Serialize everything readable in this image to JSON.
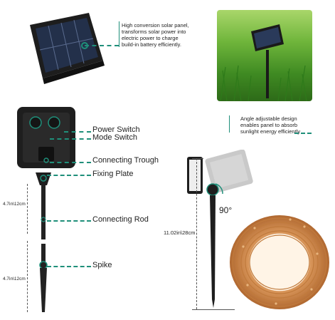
{
  "panel_callout": {
    "lines": [
      "High conversion solar panel,",
      "transforms solar power into",
      "electric power to charge",
      "build-in battery efficiently."
    ]
  },
  "angle_callout": {
    "lines": [
      "Angle adjustable design",
      "enables panel to absorb",
      "sunlight energy efficiently"
    ]
  },
  "parts": {
    "power_switch": "Power Switch",
    "mode_switch": "Mode Switch",
    "connecting_trough": "Connecting Trough",
    "fixing_plate": "Fixing Plate",
    "connecting_rod": "Connecting Rod",
    "spike": "Spike"
  },
  "dimensions": {
    "rod_length": "4.7in\\12cm",
    "spike_length": "4.7in\\12cm",
    "total_height": "11.02in\\28cm",
    "angle": "90°"
  },
  "colors": {
    "accent": "#1f8f7a",
    "grass": "#4f9a2c",
    "copper": "#c07a3c"
  }
}
